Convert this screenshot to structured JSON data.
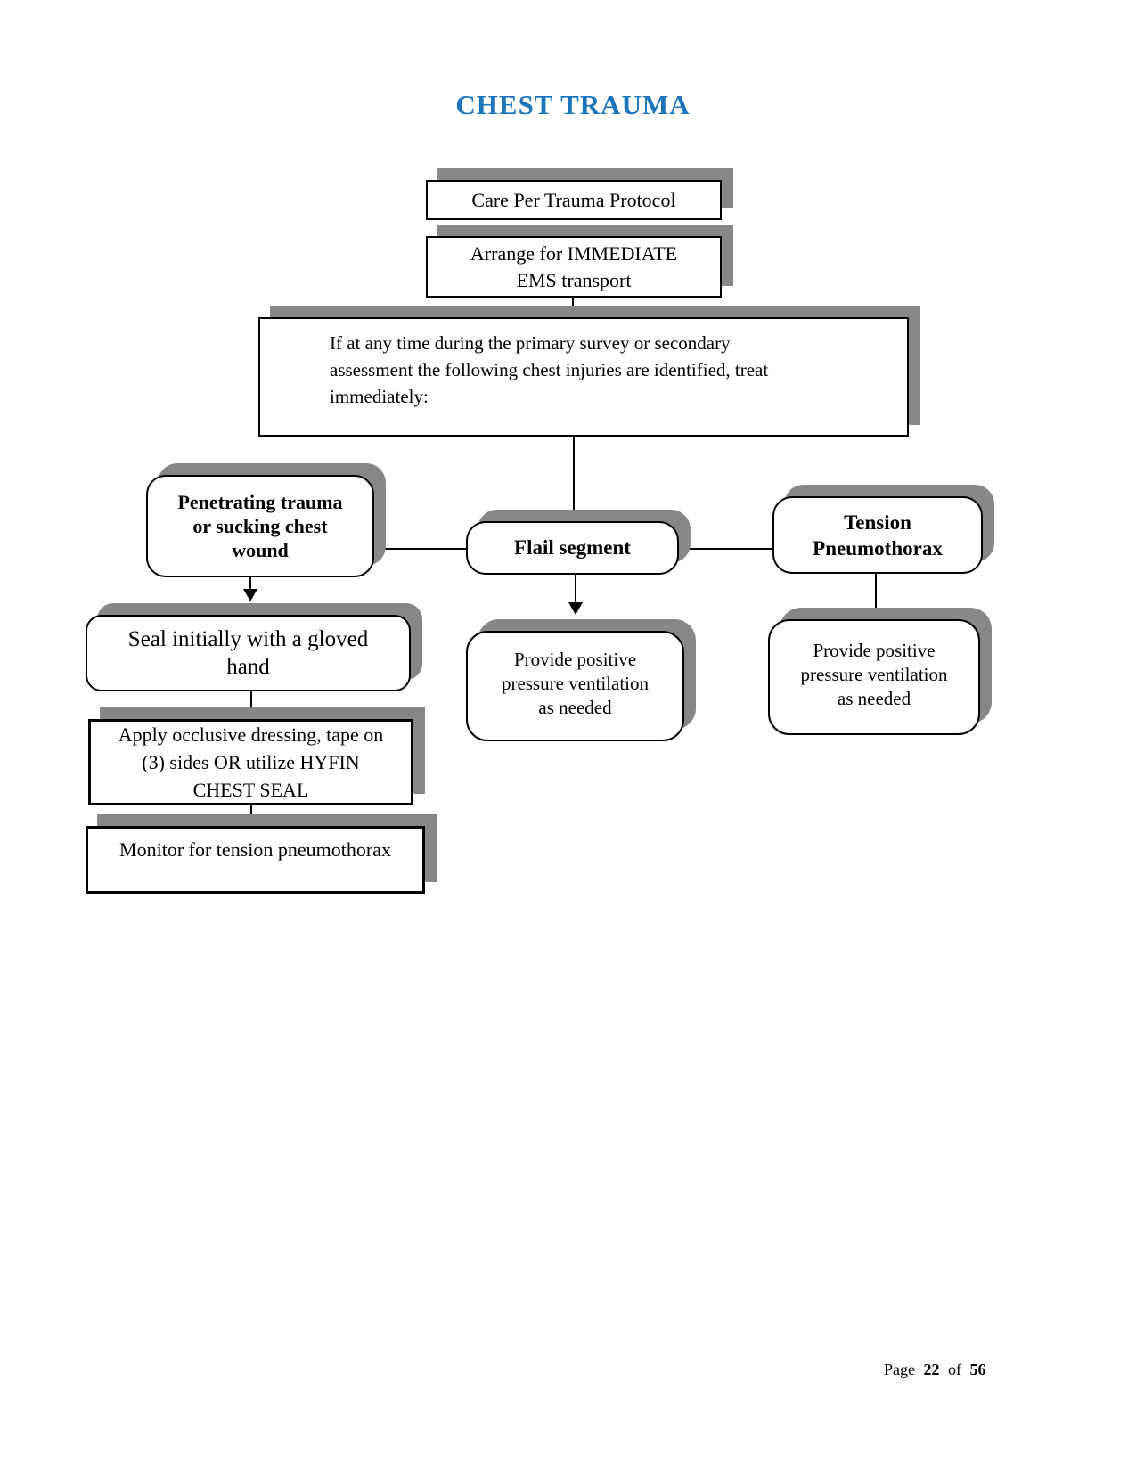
{
  "title": "CHEST TRAUMA",
  "colors": {
    "title_blue": "#1B75BC",
    "shadow_gray": "#878787",
    "border_black": "#000000"
  },
  "flowchart": {
    "nodes": {
      "care": {
        "label": "Care Per Trauma Protocol"
      },
      "arrange": {
        "label": "Arrange for IMMEDIATE\nEMS transport"
      },
      "condition": {
        "label": "If at any time during the primary survey or secondary\nassessment the following chest injuries are identified, treat\nimmediately:"
      },
      "penetrating": {
        "label": "Penetrating trauma\nor sucking chest\nwound"
      },
      "flail": {
        "label": "Flail segment"
      },
      "tension": {
        "label": "Tension\nPneumothorax"
      },
      "seal": {
        "label": "Seal initially with a gloved\nhand"
      },
      "occlusive": {
        "label": "Apply occlusive dressing, tape on\n(3) sides OR utilize HYFIN\nCHEST SEAL"
      },
      "monitor": {
        "label": "Monitor for tension pneumothorax"
      },
      "ppv_flail": {
        "label": "Provide positive\npressure ventilation\nas needed"
      },
      "ppv_tension": {
        "label": "Provide positive\npressure ventilation\nas needed"
      }
    }
  },
  "footer": {
    "page_label": "Page",
    "page_number": "22",
    "of_label": "of",
    "total_pages": "56"
  }
}
